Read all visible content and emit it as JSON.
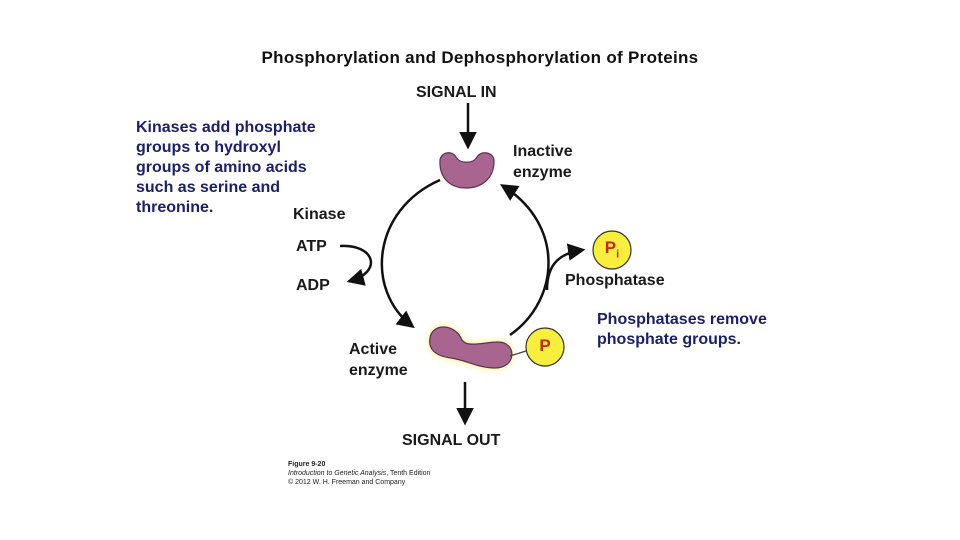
{
  "title": "Phosphorylation and Dephosphorylation of Proteins",
  "labels": {
    "signal_in": "SIGNAL IN",
    "signal_out": "SIGNAL OUT",
    "inactive_1": "Inactive",
    "inactive_2": "enzyme",
    "active_1": "Active",
    "active_2": "enzyme",
    "kinase": "Kinase",
    "atp": "ATP",
    "adp": "ADP",
    "phosphatase": "Phosphatase",
    "pi": "P",
    "pi_sub": "i",
    "p": "P"
  },
  "notes": {
    "kinase_lines": [
      "Kinases add phosphate",
      "groups to hydroxyl",
      "groups of amino acids",
      "such as serine and",
      "threonine."
    ],
    "phosphatase_lines": [
      "Phosphatases remove",
      "phosphate groups."
    ]
  },
  "caption": {
    "figure": "Figure 9-20",
    "book": "Introduction to Genetic Analysis",
    "edition": ", Tenth Edition",
    "copyright": "© 2012 W. H. Freeman and Company"
  },
  "colors": {
    "enzyme": "#a8658f",
    "glow": "#f3ee52",
    "phosphate": "#f8ef3c",
    "phosphate_text": "#c8261e",
    "note_text": "#1a1f6b"
  }
}
